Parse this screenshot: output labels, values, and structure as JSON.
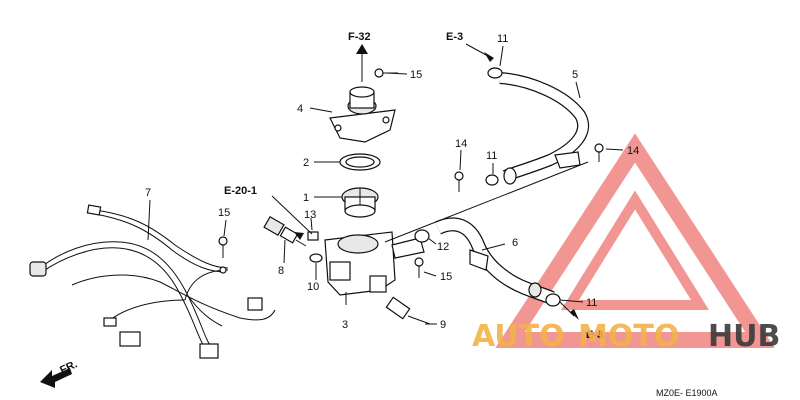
{
  "callouts": [
    {
      "id": "c1",
      "text": "1"
    },
    {
      "id": "c2",
      "text": "2"
    },
    {
      "id": "c3",
      "text": "3"
    },
    {
      "id": "c4",
      "text": "4"
    },
    {
      "id": "c5",
      "text": "5"
    },
    {
      "id": "c6",
      "text": "6"
    },
    {
      "id": "c7",
      "text": "7"
    },
    {
      "id": "c8",
      "text": "8"
    },
    {
      "id": "c9",
      "text": "9"
    },
    {
      "id": "c10",
      "text": "10"
    },
    {
      "id": "c11a",
      "text": "11"
    },
    {
      "id": "c11b",
      "text": "11"
    },
    {
      "id": "c11c",
      "text": "11"
    },
    {
      "id": "c12",
      "text": "12"
    },
    {
      "id": "c13",
      "text": "13"
    },
    {
      "id": "c14a",
      "text": "14"
    },
    {
      "id": "c14b",
      "text": "14"
    },
    {
      "id": "c15a",
      "text": "15"
    },
    {
      "id": "c15b",
      "text": "15"
    },
    {
      "id": "c15c",
      "text": "15"
    }
  ],
  "references": {
    "f32": "F-32",
    "e3_top": "E-3",
    "e3_bottom": "E-3",
    "e201": "E-20-1"
  },
  "direction_label": "FR.",
  "diagram_code": "MZ0E- E1900A",
  "watermark": {
    "part_a": "AUTO",
    "part_b": "MOTO",
    "part_c": "HUB",
    "triangle_color": "#e8413c",
    "accent_color": "#f3b24a"
  }
}
